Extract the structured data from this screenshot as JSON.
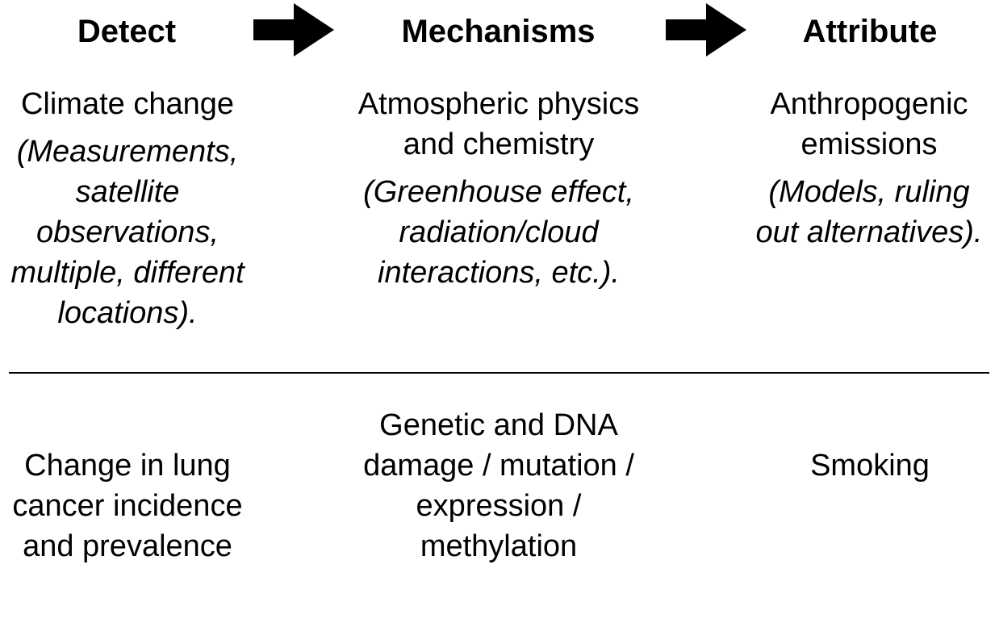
{
  "headers": {
    "detect": "Detect",
    "mechanisms": "Mechanisms",
    "attribute": "Attribute"
  },
  "climate": {
    "detect_title": "Climate change",
    "detect_detail": "(Measurements, satellite observations, multiple, different locations).",
    "mechanisms_title": "Atmospheric physics and chemistry",
    "mechanisms_detail": "(Greenhouse effect, radiation/cloud interactions, etc.).",
    "attribute_title": "Anthropogenic emissions",
    "attribute_detail": "(Models, ruling out alternatives)."
  },
  "lung_cancer": {
    "detect_title": "Change in lung cancer incidence and prevalence",
    "mechanisms_title": "Genetic and DNA damage / mutation / expression / methylation",
    "attribute_title": "Smoking"
  },
  "icons": {
    "arrow": "right-arrow-icon"
  },
  "colors": {
    "text": "#000000",
    "background": "#ffffff"
  }
}
